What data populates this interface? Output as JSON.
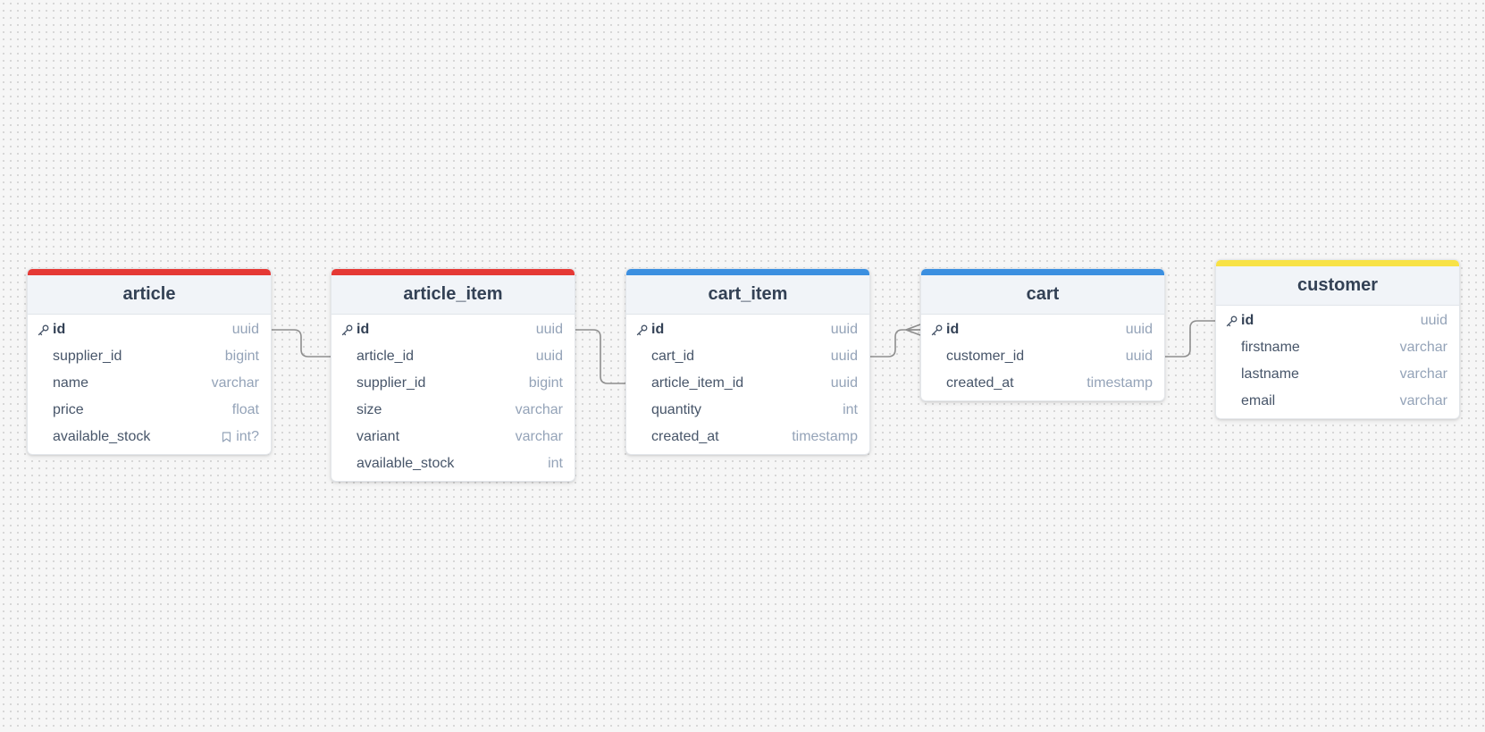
{
  "colors": {
    "red": "#e53935",
    "blue": "#3b8fe0",
    "yellow": "#f8e246",
    "edge": "#8e8e8e"
  },
  "tables": [
    {
      "name": "article",
      "color": "#e53935",
      "fields": [
        {
          "name": "id",
          "type": "uuid",
          "pk": true
        },
        {
          "name": "supplier_id",
          "type": "bigint"
        },
        {
          "name": "name",
          "type": "varchar"
        },
        {
          "name": "price",
          "type": "float"
        },
        {
          "name": "available_stock",
          "type": "int?",
          "note": true
        }
      ]
    },
    {
      "name": "article_item",
      "color": "#e53935",
      "fields": [
        {
          "name": "id",
          "type": "uuid",
          "pk": true
        },
        {
          "name": "article_id",
          "type": "uuid"
        },
        {
          "name": "supplier_id",
          "type": "bigint"
        },
        {
          "name": "size",
          "type": "varchar"
        },
        {
          "name": "variant",
          "type": "varchar"
        },
        {
          "name": "available_stock",
          "type": "int"
        }
      ]
    },
    {
      "name": "cart_item",
      "color": "#3b8fe0",
      "fields": [
        {
          "name": "id",
          "type": "uuid",
          "pk": true
        },
        {
          "name": "cart_id",
          "type": "uuid"
        },
        {
          "name": "article_item_id",
          "type": "uuid"
        },
        {
          "name": "quantity",
          "type": "int"
        },
        {
          "name": "created_at",
          "type": "timestamp"
        }
      ]
    },
    {
      "name": "cart",
      "color": "#3b8fe0",
      "fields": [
        {
          "name": "id",
          "type": "uuid",
          "pk": true
        },
        {
          "name": "customer_id",
          "type": "uuid"
        },
        {
          "name": "created_at",
          "type": "timestamp"
        }
      ]
    },
    {
      "name": "customer",
      "color": "#f8e246",
      "fields": [
        {
          "name": "id",
          "type": "uuid",
          "pk": true
        },
        {
          "name": "firstname",
          "type": "varchar"
        },
        {
          "name": "lastname",
          "type": "varchar"
        },
        {
          "name": "email",
          "type": "varchar"
        }
      ]
    }
  ],
  "relations": [
    {
      "from_table": "article",
      "from_field": "id",
      "to_table": "article_item",
      "to_field": "article_id",
      "to_end": "one"
    },
    {
      "from_table": "article_item",
      "from_field": "id",
      "to_table": "cart_item",
      "to_field": "article_item_id",
      "to_end": "one"
    },
    {
      "from_table": "cart_item",
      "from_field": "cart_id",
      "to_table": "cart",
      "to_field": "id",
      "to_end": "many"
    },
    {
      "from_table": "cart",
      "from_field": "customer_id",
      "to_table": "customer",
      "to_field": "id",
      "to_end": "one"
    }
  ]
}
